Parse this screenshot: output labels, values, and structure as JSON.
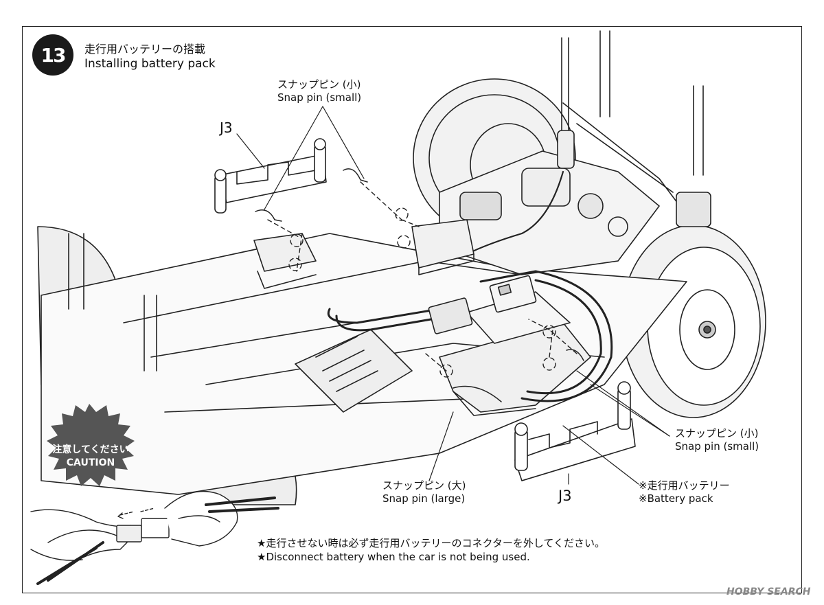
{
  "step": {
    "number": "13",
    "title_ja": "走行用バッテリーの搭載",
    "title_en": "Installing battery pack"
  },
  "callouts": {
    "snap_small_top_ja": "スナップピン (小)",
    "snap_small_top_en": "Snap pin (small)",
    "j3_top": "J3",
    "snap_small_right_ja": "スナップピン (小)",
    "snap_small_right_en": "Snap pin (small)",
    "snap_large_ja": "スナップピン (大)",
    "snap_large_en": "Snap pin (large)",
    "j3_bottom": "J3",
    "battery_ja": "※走行用バッテリー",
    "battery_en": "※Battery pack"
  },
  "caution": {
    "label_ja": "注意してください",
    "label_en": "CAUTION"
  },
  "notes": {
    "note_ja": "★走行させない時は必ず走行用バッテリーのコネクターを外してください。",
    "note_en": "★Disconnect battery when the car is not being used."
  },
  "watermark": "HOBBY SEARCH"
}
